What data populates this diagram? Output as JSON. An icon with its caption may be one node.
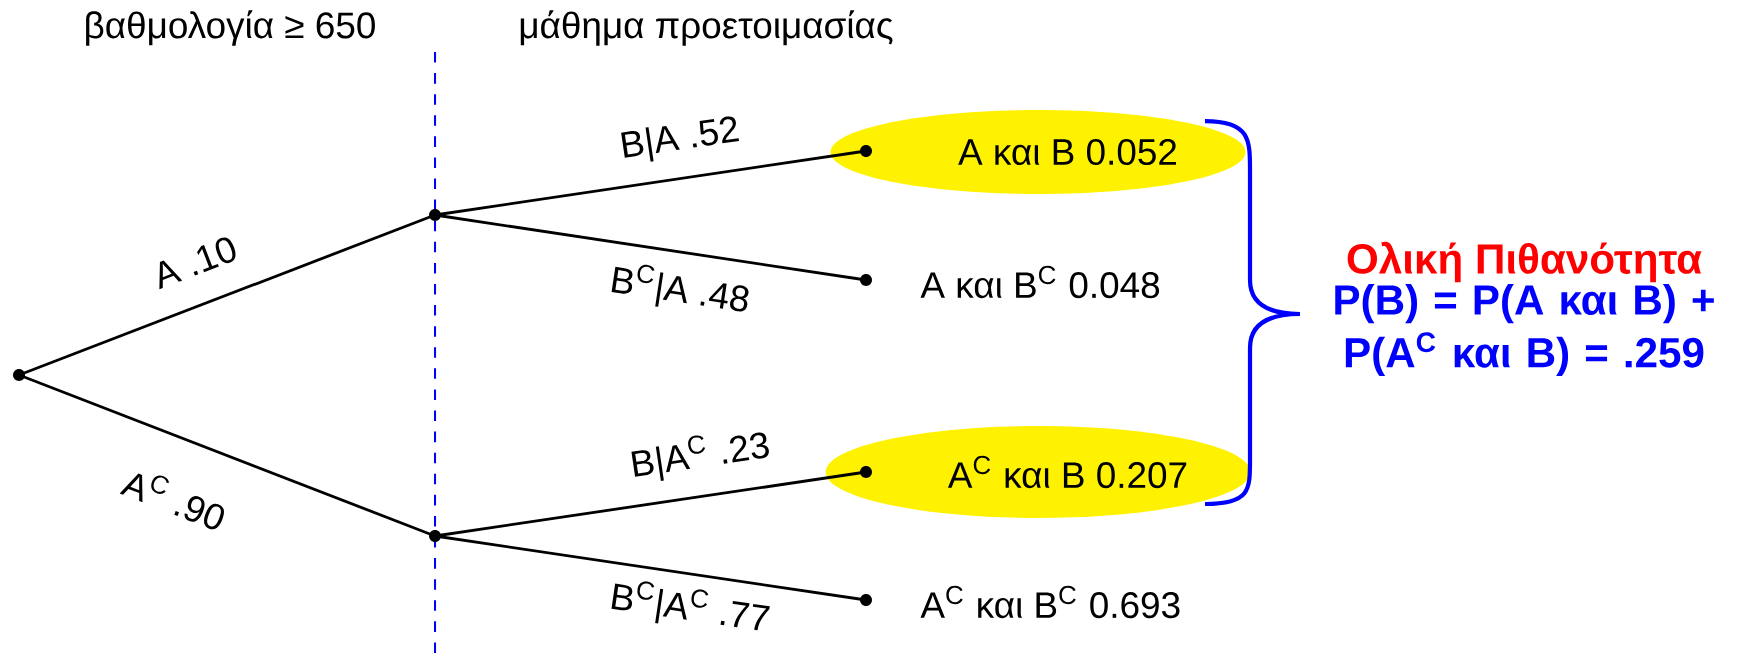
{
  "diagram": {
    "nodes": [
      {
        "text": [],
        "shape": "circle"
      },
      {
        "text": [],
        "shape": "circle"
      },
      {
        "text": [],
        "shape": "circle"
      },
      {
        "text": [
          "A και B  0.052"
        ]
      },
      {
        "text": [],
        "shape": "circle",
        "in": 3
      },
      {
        "text": [],
        "shape": "circle",
        "beside": [
          "A και B$^{C}$  0.048"
        ]
      },
      {
        "text": [
          "A$^{C}$ και B  0.207"
        ]
      },
      {
        "text": [],
        "shape": "circle",
        "in": 6
      },
      {
        "text": [],
        "shape": "circle",
        "beside": [
          "A$^{C}$ και B$^{C}$  0.693"
        ]
      }
    ],
    "edges": [
      {
        "from": 0,
        "to": 1,
        "arrow": "none",
        "label": "A  .10"
      },
      {
        "from": 0,
        "to": 2,
        "arrow": "none",
        "label": "A$^{C}$  .90"
      },
      {
        "from": 1,
        "to": 4,
        "arrow": "none",
        "label": "B|A  .52"
      },
      {
        "from": 1,
        "to": 5,
        "arrow": "none",
        "label": "B$^{C}$|A  .48"
      },
      {
        "from": 2,
        "to": 7,
        "arrow": "none",
        "label": "B|A$^{C}$  .23"
      },
      {
        "from": 2,
        "to": 8,
        "arrow": "none",
        "label": "B$^{C}$|A$^{C}$  .77"
      }
    ],
    "labels": [
      "βαθμολογία ≥ 650",
      "μάθημα προετοιμασίας",
      "Ολική Πιθανότητα",
      "P(B) = P(A και B) + P(A$^{C}$ και B) = .259"
    ]
  }
}
